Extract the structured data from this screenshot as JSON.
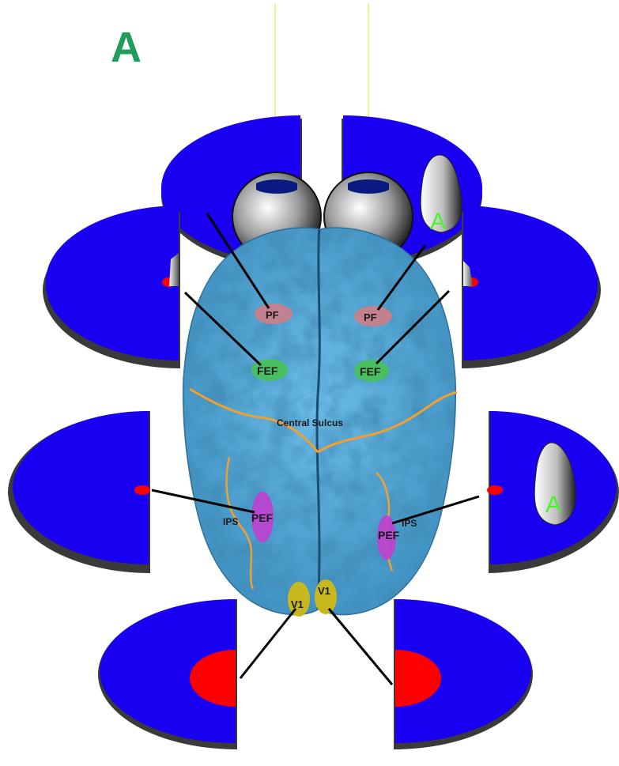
{
  "panel_label": "A",
  "cone_letter": "A",
  "regions": {
    "pf": "PF",
    "fef": "FEF",
    "central_sulcus": "Central Sulcus",
    "ips": "IPS",
    "pef": "PEF",
    "v1": "V1"
  },
  "colors": {
    "panel_label": "#1e9e5a",
    "disc": "#1a00f0",
    "disc_shadow": "#3a3a3a",
    "field_highlight": "#ff0000",
    "brain": "#5aaedc",
    "sulcus_line": "#f0a030",
    "pf": "#c8808a",
    "fef": "#48c060",
    "pef": "#c040d0",
    "v1": "#c8b820",
    "cone_letter": "#50f030",
    "optic_line": "#f0f090"
  }
}
